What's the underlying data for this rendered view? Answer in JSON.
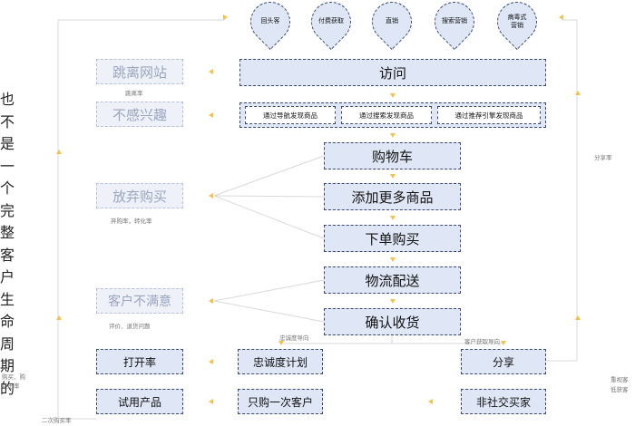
{
  "left_text": "也不是一个完整客户生命周期的",
  "sources": [
    "回头客",
    "付费获取",
    "直销",
    "搜索营销",
    "病毒式\n营销"
  ],
  "main": {
    "visit": "访问",
    "discover": [
      "通过导航发现商品",
      "通过搜索发现商品",
      "通过推荐引擎发现商品"
    ],
    "cart": "购物车",
    "add_more": "添加更多商品",
    "order": "下单购买",
    "logistics": "物流配送",
    "confirm": "确认收货"
  },
  "left_col": {
    "bounce": "跳离网站",
    "bounce_note": "跳离率",
    "not_interested": "不感兴趣",
    "abandon": "放弃购买",
    "abandon_note": "弃购率，转化率",
    "unsatisfied": "客户不满意",
    "unsatisfied_note": "评价、退货问题",
    "open_rate": "打开率",
    "trial": "试用产品",
    "left_note_1": "购买、购",
    "left_note_2": "点击率",
    "repurchase_note": "二次购买率"
  },
  "middle_col": {
    "loyalty_plan": "忠诚度计划",
    "once_customer": "只购一次客户",
    "loyalty_oriented": "忠诚度导向"
  },
  "right_col": {
    "share": "分享",
    "non_social": "非社交买家",
    "acquisition_oriented": "客户获取导向",
    "share_rate": "分享率",
    "right_note_1": "重视客",
    "right_note_2": "低获客"
  }
}
